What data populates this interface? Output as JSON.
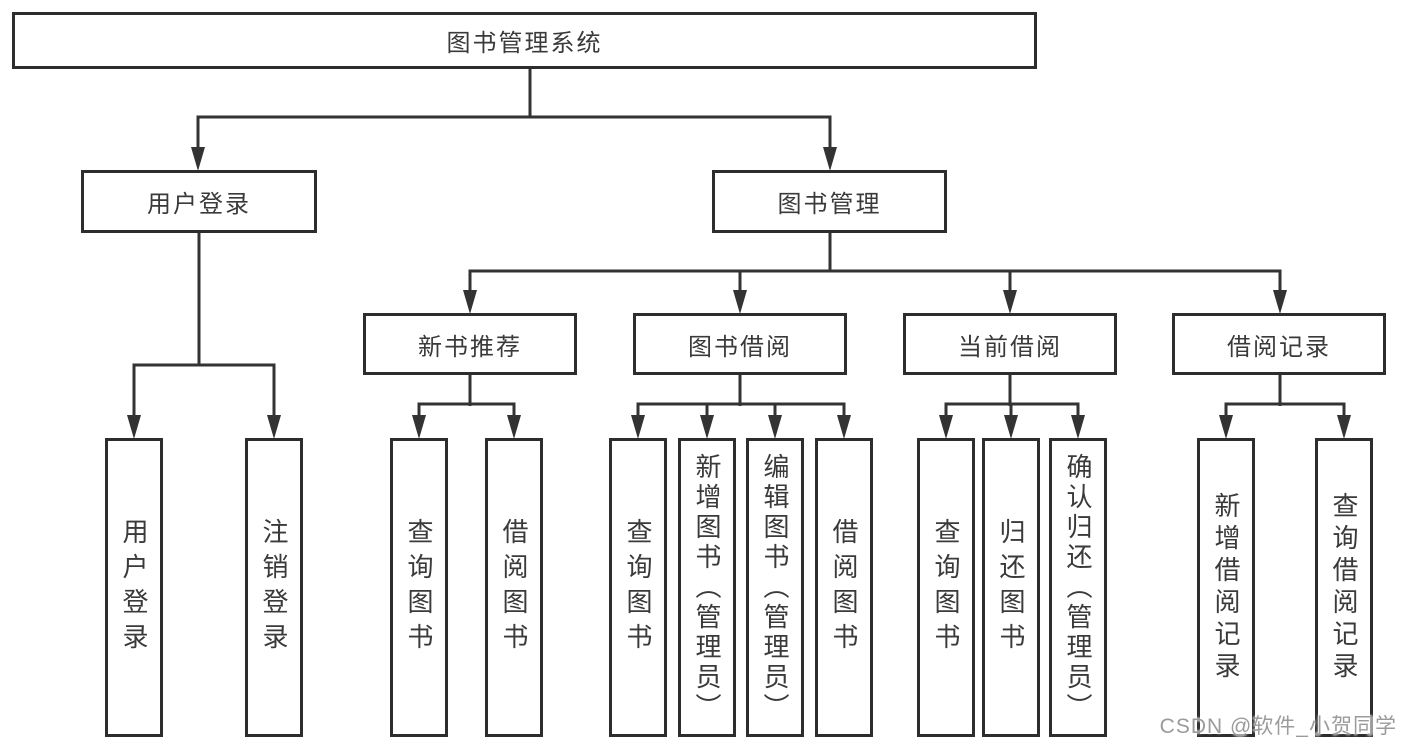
{
  "nodes": {
    "root": "图书管理系统",
    "level2": [
      "用户登录",
      "图书管理"
    ],
    "login_children": [
      "用户登录",
      "注销登录"
    ],
    "groups": [
      {
        "label": "新书推荐",
        "children": [
          "查询图书",
          "借阅图书"
        ]
      },
      {
        "label": "图书借阅",
        "children": [
          "查询图书",
          "新增图书（管理员）",
          "编辑图书（管理员）",
          "借阅图书"
        ]
      },
      {
        "label": "当前借阅",
        "children": [
          "查询图书",
          "归还图书",
          "确认归还（管理员）"
        ]
      },
      {
        "label": "借阅记录",
        "children": [
          "新增借阅记录",
          "查询借阅记录"
        ]
      }
    ]
  },
  "watermark": {
    "text": "CSDN @软件_小贺同学"
  },
  "colors": {
    "line": "#333333",
    "border": "#2d2d2d",
    "text": "#3a3a3a",
    "watermark": "#9b9b9b",
    "background": "#ffffff"
  }
}
